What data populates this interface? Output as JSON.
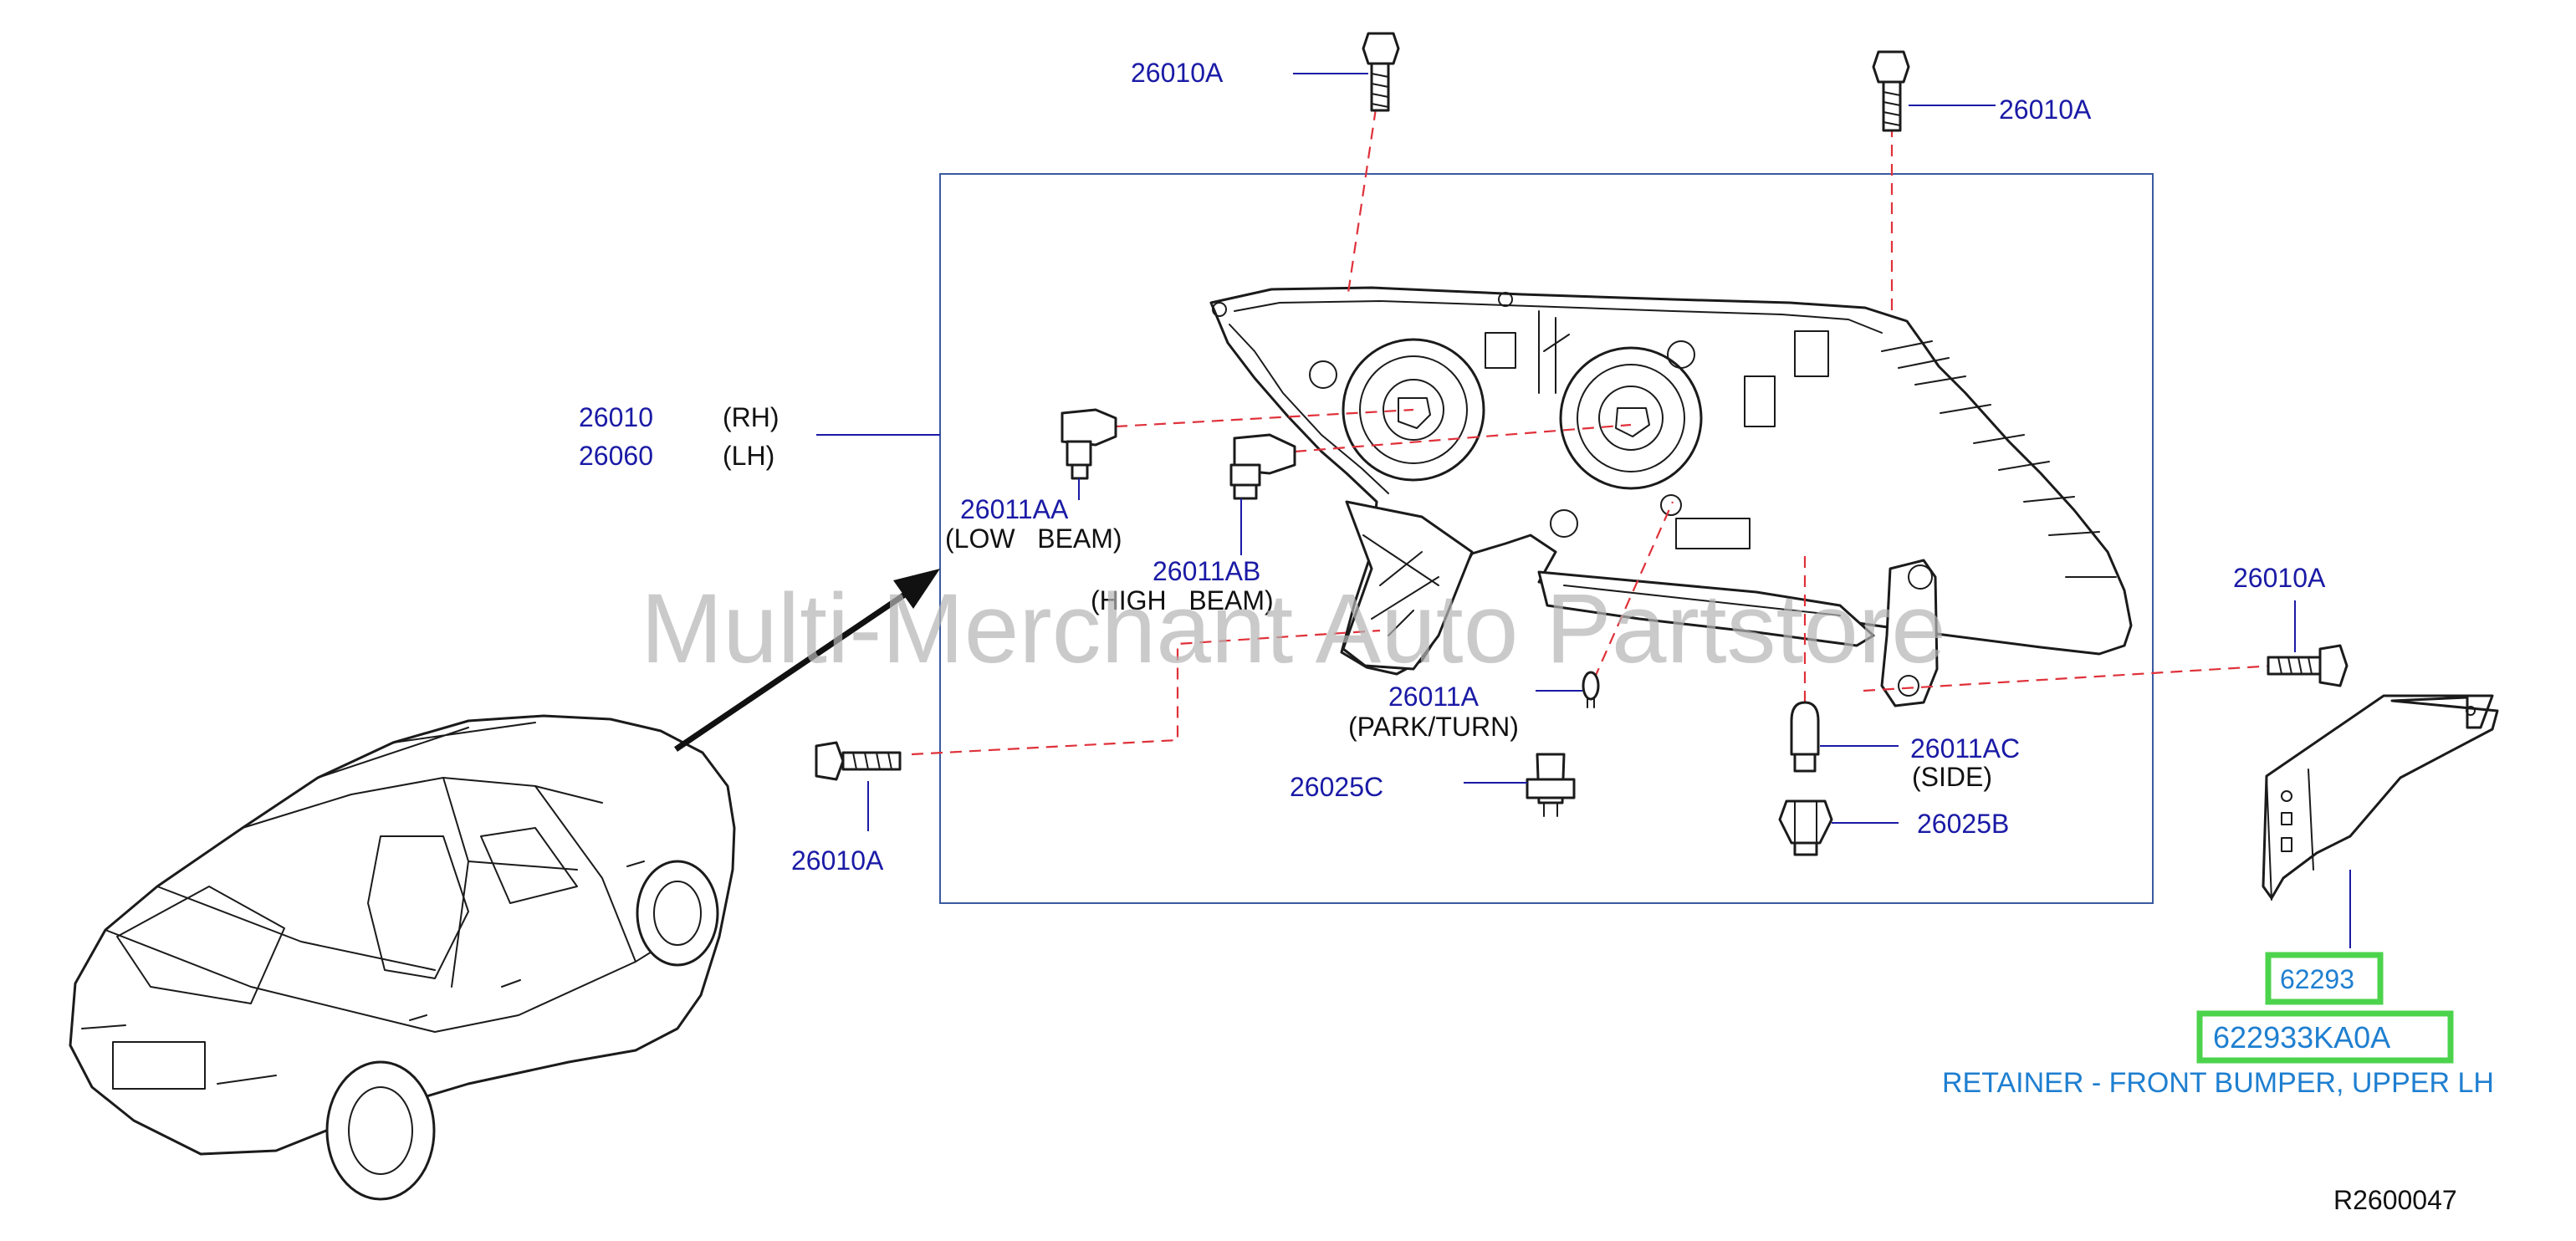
{
  "labels": {
    "bolt_top_left": "26010A",
    "bolt_top_right": "26010A",
    "bolt_right": "26010A",
    "bolt_bottom_left": "26010A",
    "assembly_rh_pn": "26010",
    "assembly_rh": "(RH)",
    "assembly_lh_pn": "26060",
    "assembly_lh": "(LH)",
    "bulb_low_pn": "26011AA",
    "bulb_low": "(LOW   BEAM)",
    "bulb_high_pn": "26011AB",
    "bulb_high": "(HIGH   BEAM)",
    "bulb_park_pn": "26011A",
    "bulb_park": "(PARK/TURN)",
    "socket_c": "26025C",
    "bulb_side_pn": "26011AC",
    "bulb_side": "(SIDE)",
    "socket_b": "26025B",
    "retainer_pn": "62293",
    "retainer_oem": "622933KA0A",
    "retainer_desc": "RETAINER - FRONT BUMPER, UPPER LH",
    "drawing_no": "R2600047",
    "watermark": "Multi-Merchant Auto Partstore"
  },
  "colors": {
    "part_number": "#1a1aa6",
    "leader": "#1a1aa6",
    "dashed_line": "#e0313a",
    "highlight": "#4cd34c",
    "retainer_text": "#1f7fd0",
    "watermark": "#b4b4b4"
  }
}
